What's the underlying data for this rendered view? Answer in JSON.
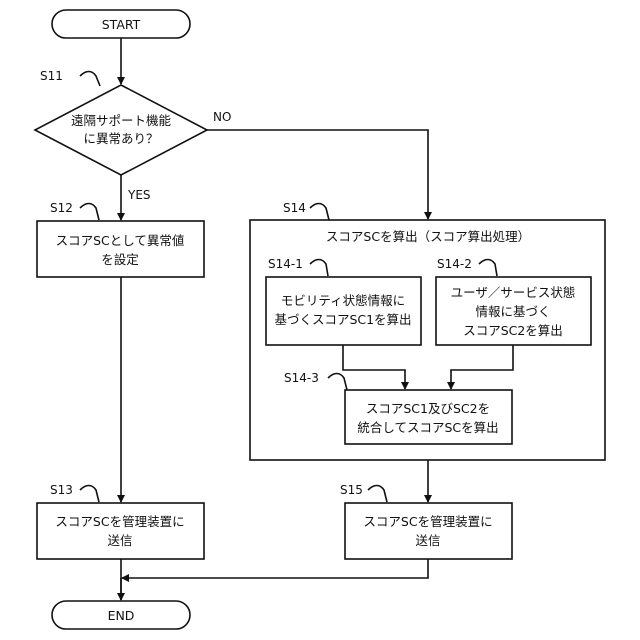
{
  "start": "START",
  "end": "END",
  "s11": {
    "label": "S11",
    "line1": "遠隔サポート機能",
    "line2": "に異常あり？",
    "no": "NO",
    "yes": "YES"
  },
  "s12": {
    "label": "S12",
    "line1": "スコアSCとして異常値",
    "line2": "を設定"
  },
  "s13": {
    "label": "S13",
    "line1": "スコアSCを管理装置に",
    "line2": "送信"
  },
  "s14": {
    "label": "S14",
    "title": "スコアSCを算出（スコア算出処理）"
  },
  "s14_1": {
    "label": "S14-1",
    "line1": "モビリティ状態情報に",
    "line2": "基づくスコアSC1を算出"
  },
  "s14_2": {
    "label": "S14-2",
    "line1": "ユーザ／サービス状態",
    "line2": "情報に基づく",
    "line3": "スコアSC2を算出"
  },
  "s14_3": {
    "label": "S14-3",
    "line1": "スコアSC1及びSC2を",
    "line2": "統合してスコアSCを算出"
  },
  "s15": {
    "label": "S15",
    "line1": "スコアSCを管理装置に",
    "line2": "送信"
  }
}
